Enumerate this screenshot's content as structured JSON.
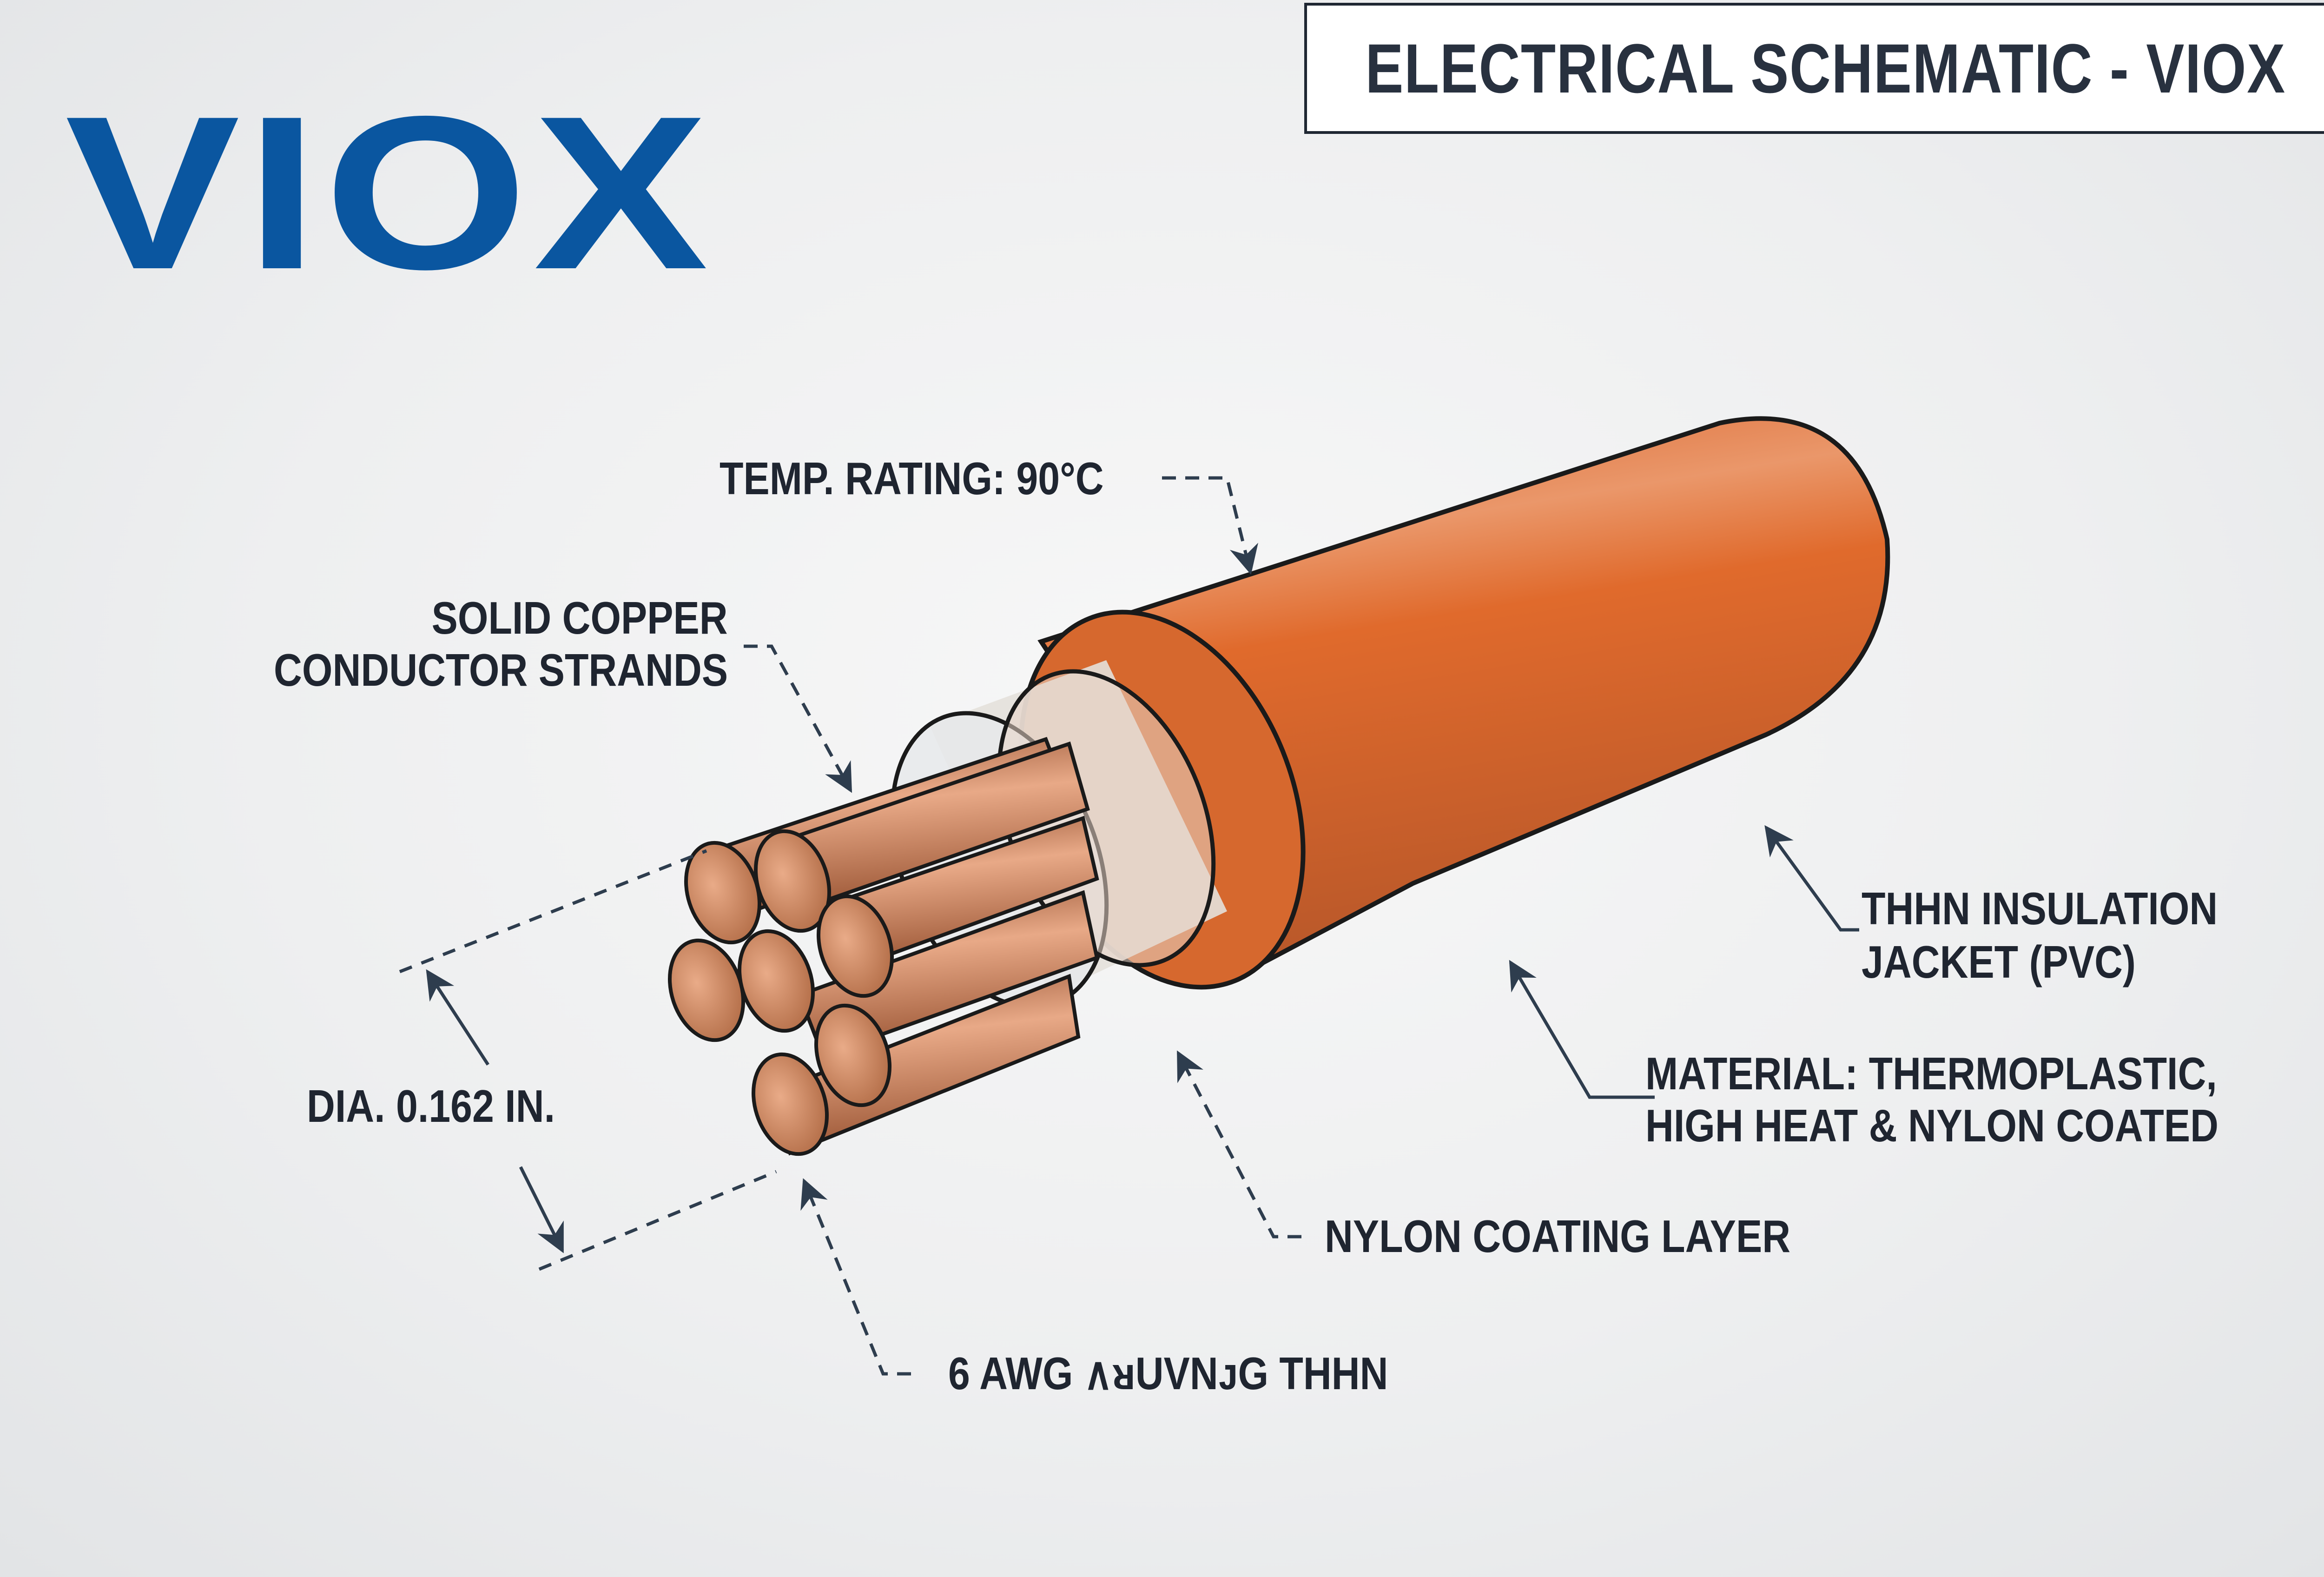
{
  "logo": {
    "text": "VIOX",
    "color": "#0a56a0"
  },
  "title": {
    "text": "ELECTRICAL SCHEMATIC - VIOX"
  },
  "labels": {
    "temp_rating": "TEMP. RATING: 90°C",
    "conductor_line1": "SOLID COPPER",
    "conductor_line2": "CONDUCTOR STRANDS",
    "insulation_line1": "THHN INSULATION",
    "insulation_line2": "JACKET (PVC)",
    "material_line1": "MATERIAL: THERMOPLASTIC,",
    "material_line2": "HIGH HEAT & NYLON COATED",
    "diameter": "DIA. 0.162 IN.",
    "nylon": "NYLON COATING LAYER",
    "gauge": "6 AWG ∧ᴚUVNᴊG THHN"
  },
  "colors": {
    "jacket": "#e06a2c",
    "jacket_highlight": "#ec9a6c",
    "copper": "#c07a52",
    "copper_light": "#e8a987",
    "nylon": "#dfe3e6",
    "leader": "#2e3d4e",
    "text": "#1f2530"
  },
  "components": [
    "copper-conductor-strands",
    "nylon-coating",
    "thhn-insulation-jacket"
  ],
  "strand_count": 7
}
